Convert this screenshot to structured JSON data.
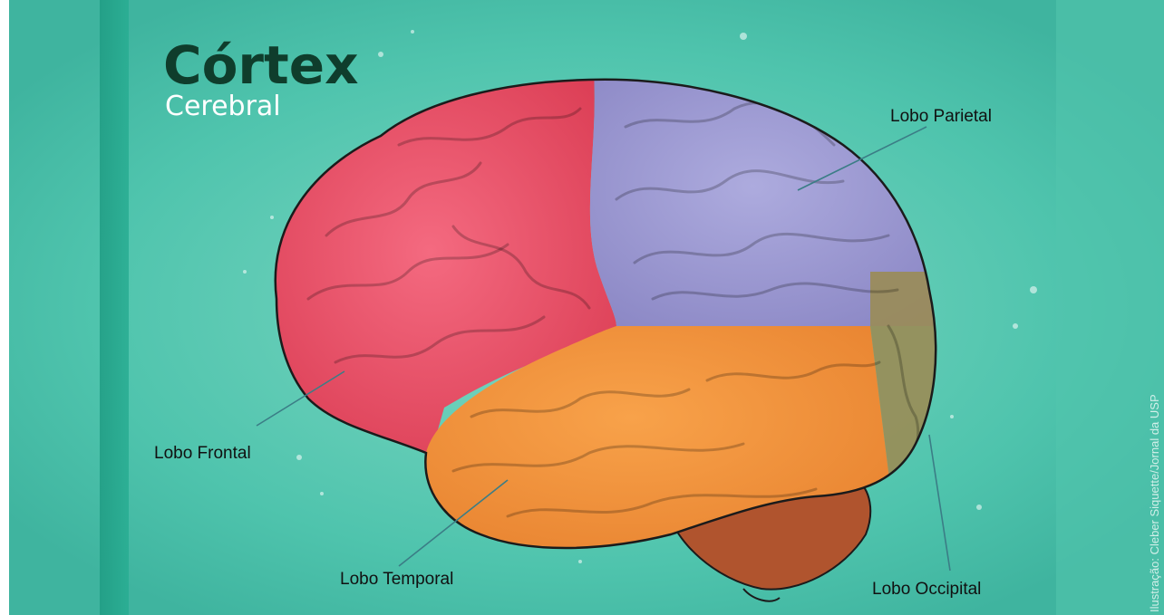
{
  "title": {
    "main": "Córtex",
    "sub": "Cerebral"
  },
  "labels": {
    "parietal": "Lobo Parietal",
    "frontal": "Lobo Frontal",
    "temporal": "Lobo Temporal",
    "occipital": "Lobo Occipital"
  },
  "credit": "Ilustração: Cleber Siquette/Jornal da USP",
  "colors": {
    "background": "#4fc4ad",
    "band": "#22a88c",
    "title": "#0f3d2c",
    "subtitle": "#ffffff",
    "frontal": "#ec4d67",
    "parietal": "#9b9ad0",
    "temporal": "#f4953c",
    "occipital": "#9a8c55",
    "cerebellum": "#b0542e",
    "label_text": "#111111",
    "leader_line": "#3b7d86"
  }
}
